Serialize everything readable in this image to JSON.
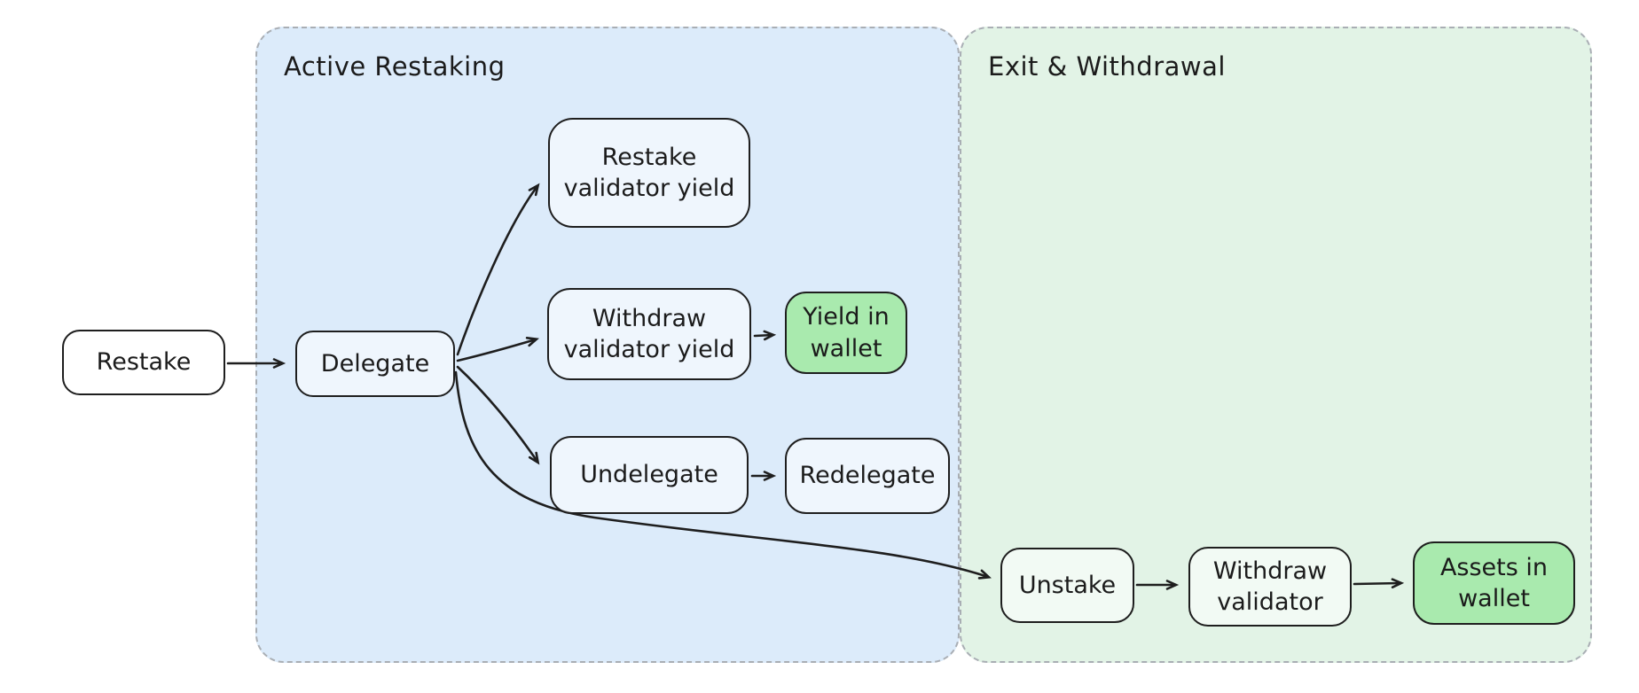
{
  "diagram": {
    "containers": [
      {
        "id": "active-restaking",
        "title": "Active Restaking"
      },
      {
        "id": "exit-withdrawal",
        "title": "Exit & Withdrawal"
      }
    ],
    "nodes": [
      {
        "id": "restake",
        "label": "Restake",
        "style": "white"
      },
      {
        "id": "delegate",
        "label": "Delegate",
        "style": "plain"
      },
      {
        "id": "restake-validator-yield",
        "label": "Restake validator yield",
        "style": "plain"
      },
      {
        "id": "withdraw-validator-yield",
        "label": "Withdraw validator yield",
        "style": "plain"
      },
      {
        "id": "yield-in-wallet",
        "label": "Yield in wallet",
        "style": "accent-green"
      },
      {
        "id": "undelegate",
        "label": "Undelegate",
        "style": "plain"
      },
      {
        "id": "redelegate",
        "label": "Redelegate",
        "style": "plain"
      },
      {
        "id": "unstake",
        "label": "Unstake",
        "style": "plain"
      },
      {
        "id": "withdraw-validator",
        "label": "Withdraw validator",
        "style": "plain"
      },
      {
        "id": "assets-in-wallet",
        "label": "Assets in wallet",
        "style": "accent-green"
      }
    ],
    "edges": [
      {
        "from": "Restake",
        "to": "Delegate"
      },
      {
        "from": "Delegate",
        "to": "Restake validator yield"
      },
      {
        "from": "Delegate",
        "to": "Withdraw validator yield"
      },
      {
        "from": "Delegate",
        "to": "Undelegate"
      },
      {
        "from": "Delegate",
        "to": "Unstake"
      },
      {
        "from": "Withdraw validator yield",
        "to": "Yield in wallet"
      },
      {
        "from": "Undelegate",
        "to": "Redelegate"
      },
      {
        "from": "Unstake",
        "to": "Withdraw validator"
      },
      {
        "from": "Withdraw validator",
        "to": "Assets in wallet"
      }
    ]
  },
  "colors": {
    "node-border": "#1e1e1e",
    "text": "#1b1b1b",
    "container-blue": "#dcebfa",
    "container-green": "#e2f3e6",
    "container-border": "#a9aeb4",
    "accent-green": "#a9eaae",
    "node-white": "#ffffff",
    "arrow": "#1e1e1e"
  }
}
